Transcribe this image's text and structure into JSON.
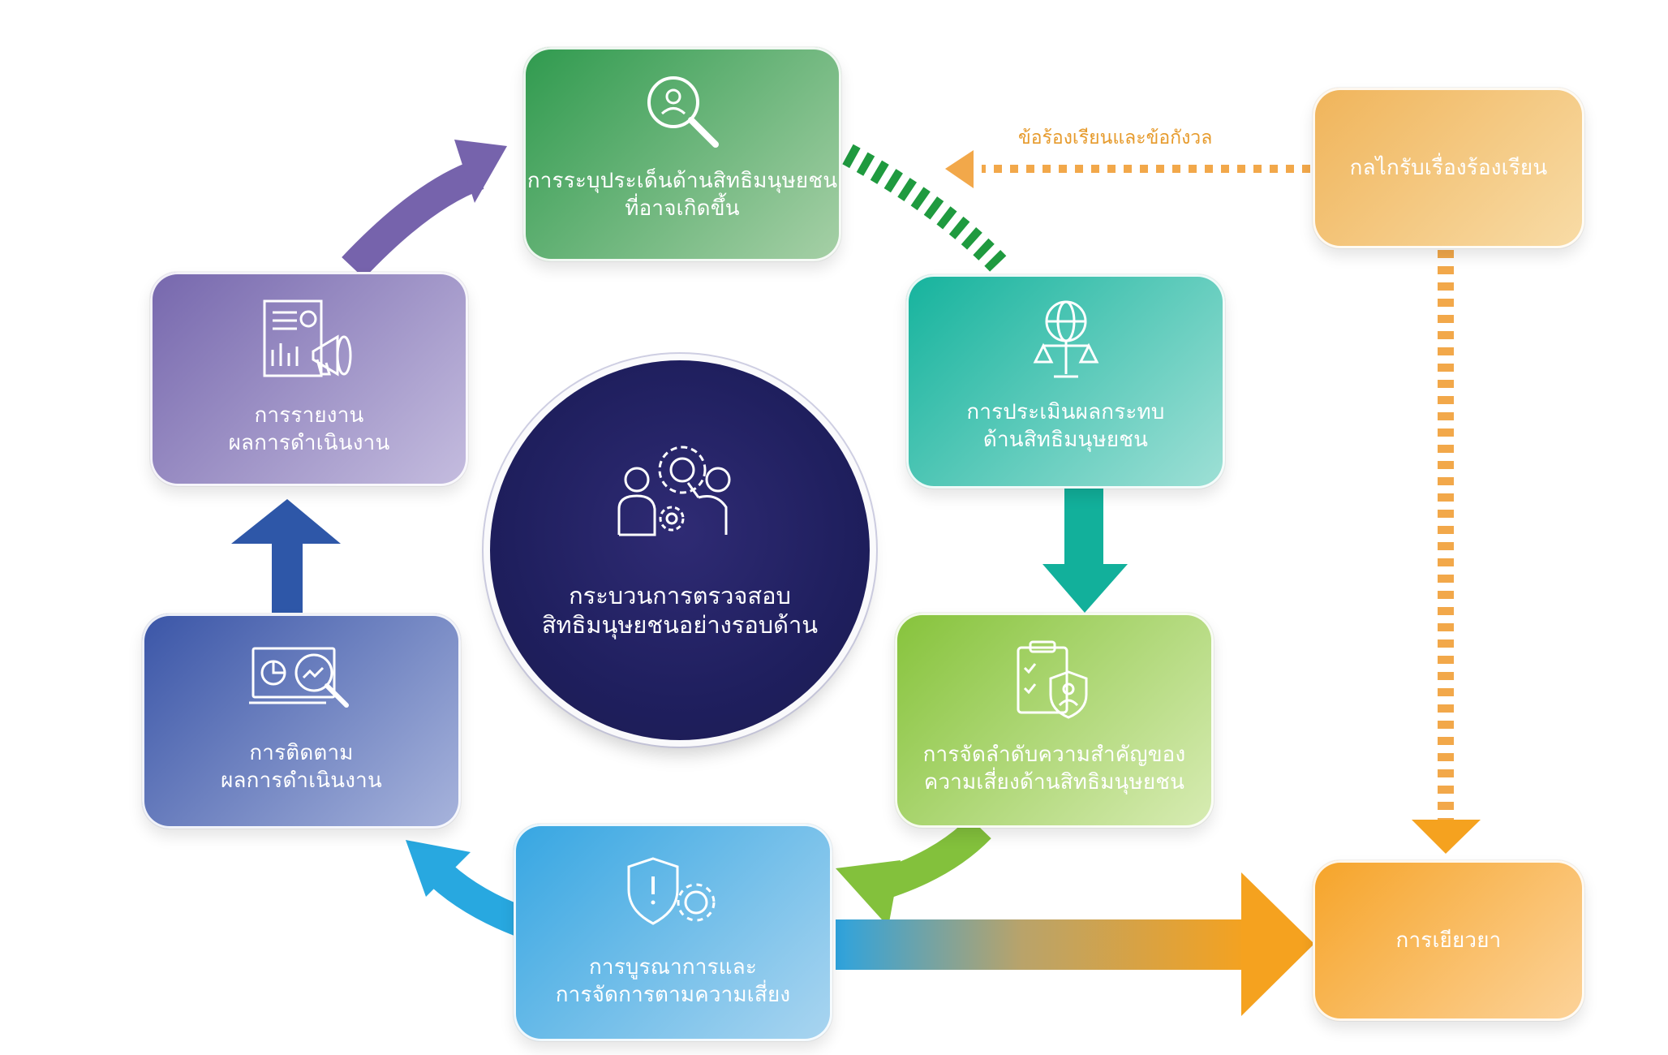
{
  "colors": {
    "green": "#3f9d53",
    "teal": "#25b39e",
    "lime": "#8fc63f",
    "blue": "#34a9e6",
    "indigo": "#3d5fa8",
    "purple": "#7b68b1",
    "orange": "#f4a11d",
    "navy": "#201f5c"
  },
  "center": {
    "line1": "กระบวนการตรวจสอบ",
    "line2": "สิทธิมนุษยชนอย่างรอบด้าน",
    "icon": "gears-people-icon"
  },
  "boxes": {
    "identify": {
      "line1": "การระบุประเด็นด้านสิทธิมนุษยชน",
      "line2": "ที่อาจเกิดขึ้น",
      "icon": "search-user-icon"
    },
    "assess": {
      "line1": "การประเมินผลกระทบ",
      "line2": "ด้านสิทธิมนุษยชน",
      "icon": "globe-scales-icon"
    },
    "prioritize": {
      "line1": "การจัดลำดับความสำคัญของ",
      "line2": "ความเสี่ยงด้านสิทธิมนุษยชน",
      "icon": "checklist-shield-icon"
    },
    "integrate": {
      "line1": "การบูรณาการและ",
      "line2": "การจัดการตามความเสี่ยง",
      "icon": "shield-gear-icon"
    },
    "monitor": {
      "line1": "การติดตาม",
      "line2": "ผลการดำเนินงาน",
      "icon": "monitor-analytics-icon"
    },
    "report": {
      "line1": "การรายงาน",
      "line2": "ผลการดำเนินงาน",
      "icon": "report-megaphone-icon"
    },
    "grievance": {
      "line1": "กลไกรับเรื่องร้องเรียน"
    },
    "remedy": {
      "line1": "การเยียวยา"
    }
  },
  "annotations": {
    "complaints": "ข้อร้องเรียนและข้อกังวล"
  }
}
